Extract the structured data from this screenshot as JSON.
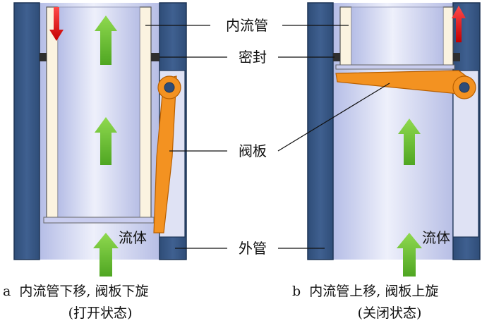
{
  "labels": {
    "inner_tube": "内流管",
    "seal": "密封",
    "valve_plate": "阀板",
    "outer_tube": "外管",
    "fluid": "流体"
  },
  "panel_a": {
    "caption_line1": "a  内流管下移, 阀板下旋",
    "caption_line2": "(打开状态)"
  },
  "panel_b": {
    "caption_line1": "b  内流管上移, 阀板上旋",
    "caption_line2": "(关闭状态)"
  },
  "colors": {
    "outer_wall": "#3a5a86",
    "outer_wall_edge": "#1e3556",
    "inner_wall": "#fbf3e0",
    "seal": "#2e2e2e",
    "valve_plate": "#f39221",
    "flow_arrow": "#6cbf32",
    "motion_arrow": "#e02020",
    "bore": "#d9dcf2"
  }
}
